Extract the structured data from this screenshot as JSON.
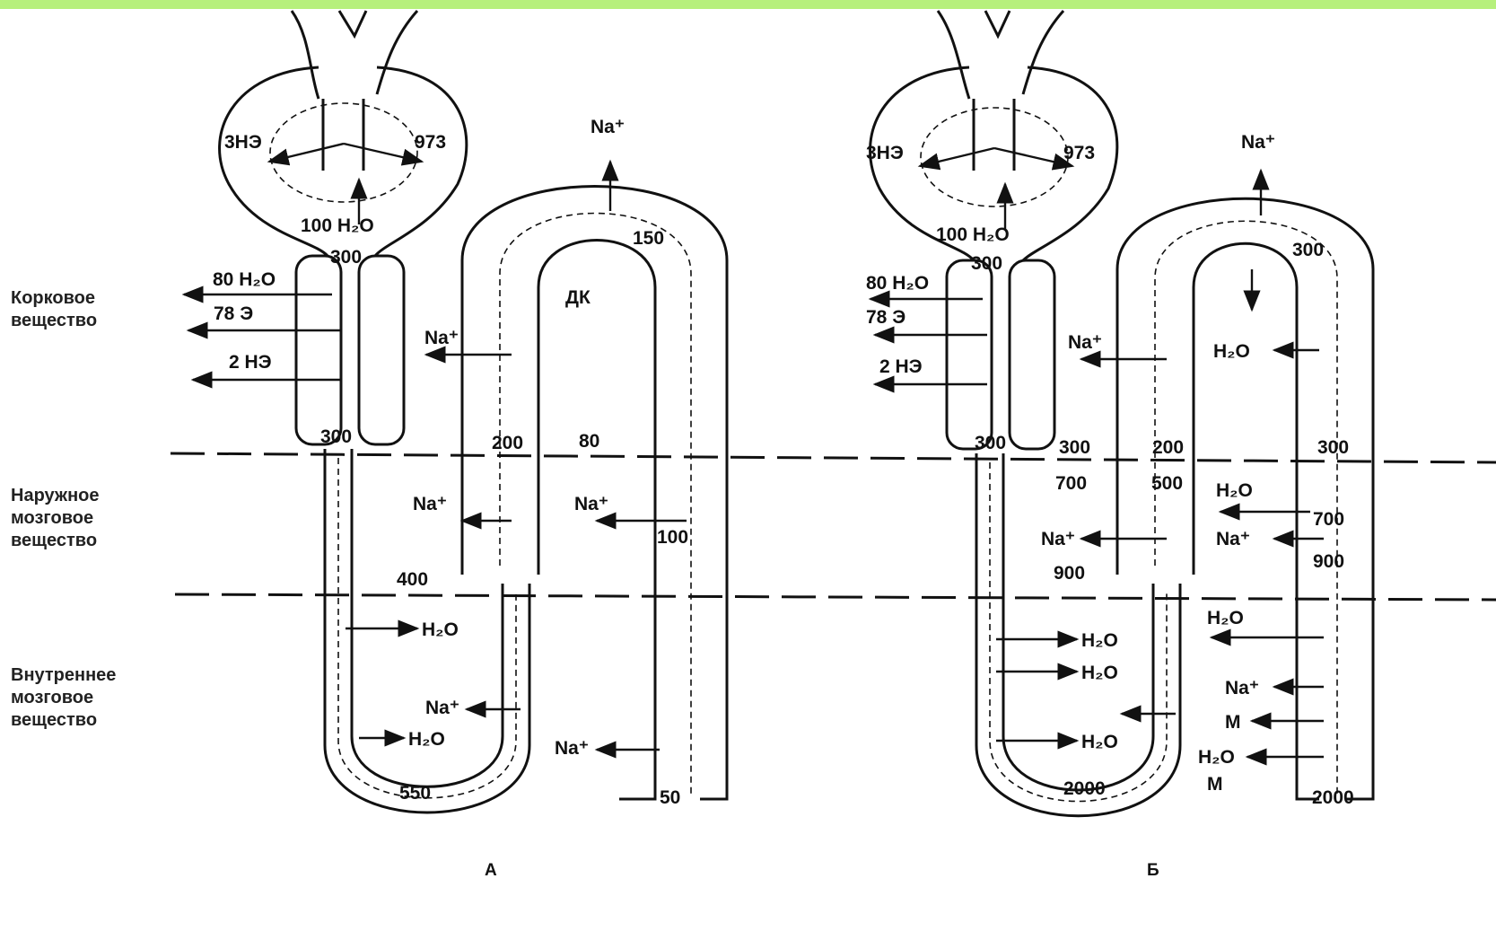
{
  "zones": {
    "cortex": [
      "Корковое",
      "вещество"
    ],
    "outer_medulla": [
      "Наружное",
      "мозговое",
      "вещество"
    ],
    "inner_medulla": [
      "Внутреннее",
      "мозговое",
      "вещество"
    ]
  },
  "panel_a": {
    "caption": "А",
    "labels": {
      "ne": "3НЭ",
      "e": "973",
      "h2o_filtered": "100 H₂O",
      "osm_top": "300",
      "h2o_reabs": "80 H₂O",
      "e_reabs": "78 Э",
      "ne_reabs": "2 НЭ",
      "osm_prox_end": "300",
      "osm_400": "400",
      "h2o_desc1": "H₂O",
      "na_thin": "Na⁺",
      "h2o_desc2": "H₂O",
      "osm_bend": "550",
      "na_thick": "Na⁺",
      "na_thick2": "Na⁺",
      "osm_200": "200",
      "osm_80": "80",
      "na_top": "Na⁺",
      "osm_150": "150",
      "dk": "ДК",
      "na_cd1": "Na⁺",
      "osm_100": "100",
      "na_cd2": "Na⁺",
      "osm_50": "50"
    }
  },
  "panel_b": {
    "caption": "Б",
    "labels": {
      "ne": "3НЭ",
      "e": "973",
      "h2o_filtered": "100 H₂O",
      "osm_top": "300",
      "h2o_reabs": "80 H₂O",
      "e_reabs": "78 Э",
      "ne_reabs": "2 НЭ",
      "osm_prox_end": "300",
      "osm_300b": "300",
      "osm_700": "700",
      "osm_900": "900",
      "na_asc": "Na⁺",
      "na_outer": "Na⁺",
      "h2o_d1": "H₂O",
      "h2o_d2": "H₂O",
      "h2o_d3": "H₂O",
      "osm_2000": "2000",
      "m_bend": "M",
      "osm_200": "200",
      "osm_500": "500",
      "h2o_outer": "H₂O",
      "na_cd": "Na⁺",
      "h2o_cortex": "H₂O",
      "na_top": "Na⁺",
      "osm_300top": "300",
      "osm_300cd": "300",
      "osm_700cd": "700",
      "osm_900cd": "900",
      "h2o_inner1": "H₂O",
      "na_inner": "Na⁺",
      "m_inner": "M",
      "h2o_inner2": "H₂O",
      "osm_2000cd": "2000"
    }
  }
}
